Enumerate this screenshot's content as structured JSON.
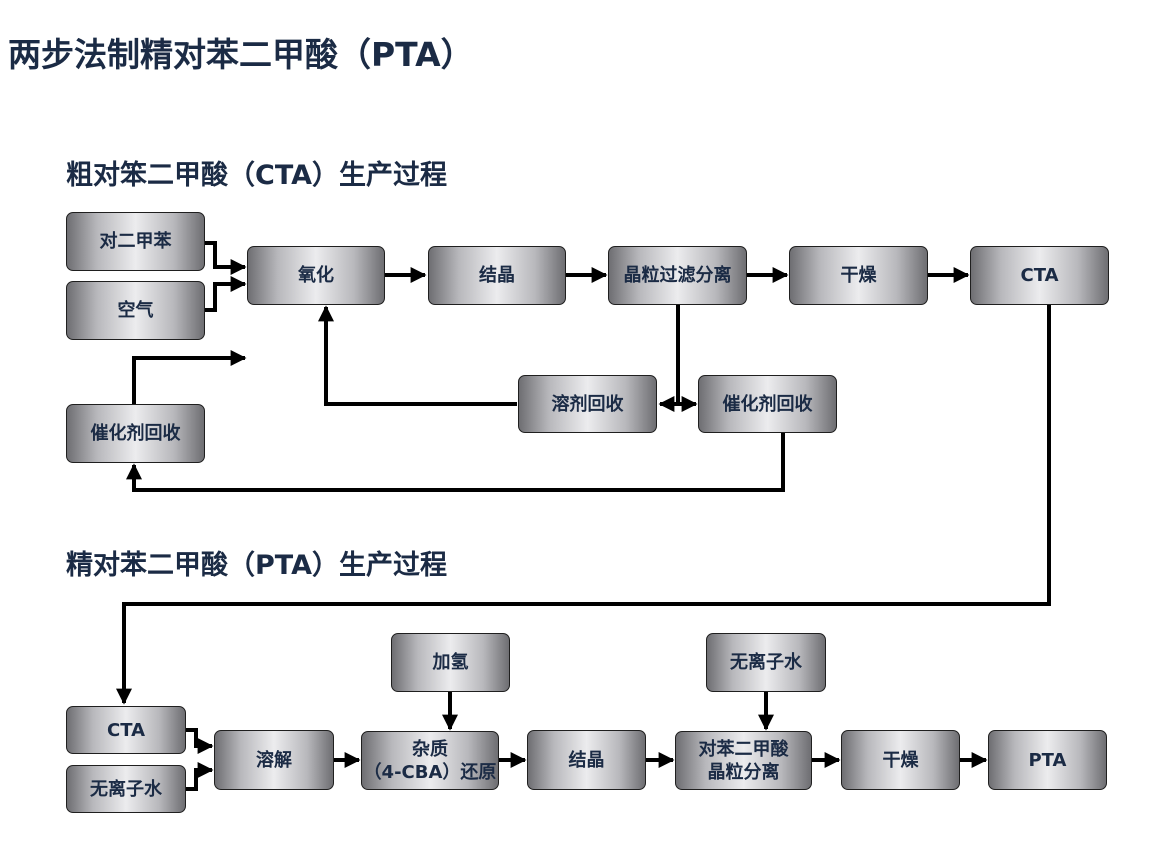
{
  "title": "两步法制精对苯二甲酸（PTA）",
  "sections": {
    "cta_title": "粗对笨二甲酸（CTA）生产过程",
    "pta_title": "精对苯二甲酸（PTA）生产过程"
  },
  "cta_process": {
    "paraxylene": "对二甲苯",
    "air": "空气",
    "oxidation": "氧化",
    "crystallization": "结晶",
    "crystal_filtration": "晶粒过滤分离",
    "drying": "干燥",
    "cta": "CTA",
    "solvent_recovery": "溶剂回收",
    "catalyst_recovery_right": "催化剂回收",
    "catalyst_recovery_left": "催化剂回收"
  },
  "pta_process": {
    "cta": "CTA",
    "deionized_water": "无离子水",
    "dissolution": "溶解",
    "hydrogenation": "加氢",
    "impurity_line1": "杂质",
    "impurity_line2": "（4-CBA）还原",
    "crystallization": "结晶",
    "deionized_water_top": "无离子水",
    "separation_line1": "对苯二甲酸",
    "separation_line2": "晶粒分离",
    "drying": "干燥",
    "pta": "PTA"
  }
}
